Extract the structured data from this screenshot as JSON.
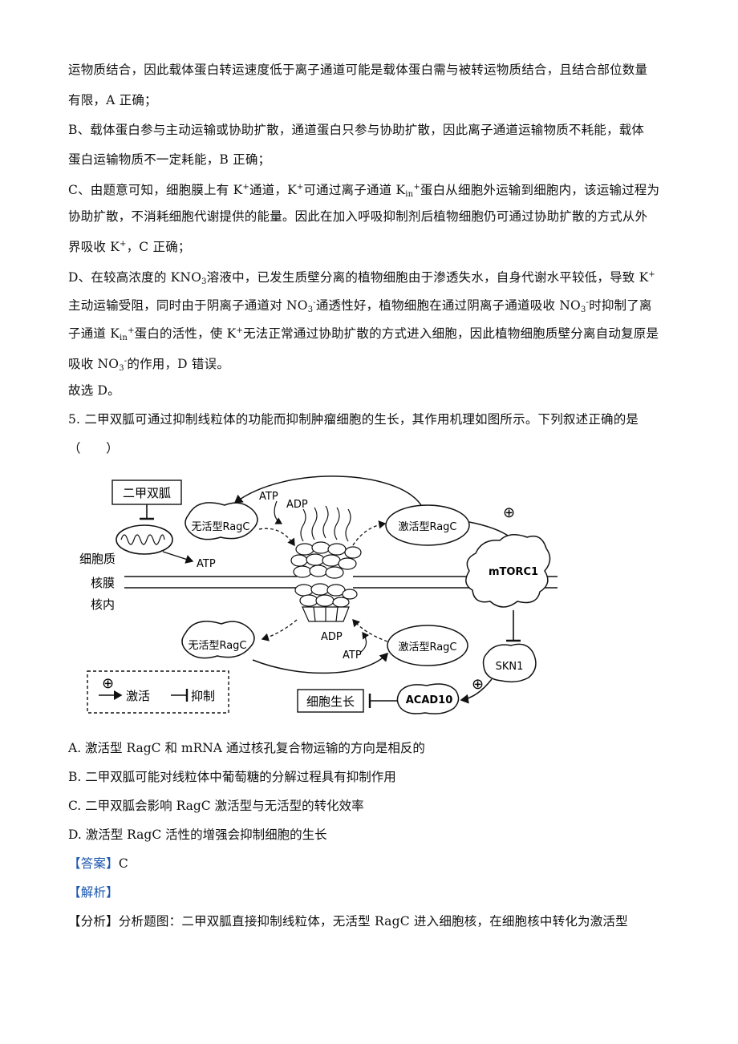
{
  "paragraphs": {
    "a1": "运物质结合，因此载体蛋白转运速度低于离子通道可能是载体蛋白需与被转运物质结合，且结合部位数量",
    "a2": "有限，A 正确；",
    "b1": "B、载体蛋白参与主动运输或协助扩散，通道蛋白只参与协助扩散，因此离子通道运输物质不耗能，载体",
    "b2": "蛋白运输物质不一定耗能，B 正确；",
    "c1_pre": "C、由题意可知，细胞膜上有 K",
    "c1_sup1": "+",
    "c1_mid": "通道，K",
    "c1_sup2": "+",
    "c1_mid2": "可通过离子通道 K",
    "c1_sub": "in",
    "c1_sup3": "+",
    "c1_post": "蛋白从细胞外运输到细胞内，该运输过程为",
    "c2": "协助扩散，不消耗细胞代谢提供的能量。因此在加入呼吸抑制剂后植物细胞仍可通过协助扩散的方式从外",
    "c3_pre": "界吸收 K",
    "c3_sup": "+",
    "c3_post": "，C 正确；",
    "d1_pre": "D、在较高浓度的 KNO",
    "d1_sub": "3",
    "d1_mid": "溶液中，已发生质壁分离的植物细胞由于渗透失水，自身代谢水平较低，导致 K",
    "d1_sup": "+",
    "d2_pre": "主动运输受阻，同时由于阴离子通道对 NO",
    "d2_sub": "3",
    "d2_sup": "-",
    "d2_mid": "通透性好，植物细胞在通过阴离子通道吸收 NO",
    "d2_sub2": "3",
    "d2_sup2": "-",
    "d2_post": "时抑制了离",
    "d3_pre": "子通道 K",
    "d3_sub": "in",
    "d3_sup": "+",
    "d3_mid": "蛋白的活性，使 K",
    "d3_sup2": "+",
    "d3_post": "无法正常通过协助扩散的方式进入细胞，因此植物细胞质壁分离自动复原是",
    "d4_pre": "吸收 NO",
    "d4_sub": "3",
    "d4_sup": "-",
    "d4_post": "的作用，D 错误。",
    "choose": "故选 D。",
    "q5_1": "5. 二甲双胍可通过抑制线粒体的功能而抑制肿瘤细胞的生长，其作用机理如图所示。下列叙述正确的是",
    "q5_2": "（　　）"
  },
  "diagram": {
    "metformin": "二甲双胍",
    "cytoplasm": "细胞质",
    "nuclear_membrane": "核膜",
    "nucleus_inner": "核内",
    "inactive_ragc_top": "无活型RagC",
    "active_ragc_top": "激活型RagC",
    "inactive_ragc_bottom": "无活型RagC",
    "active_ragc_bottom": "激活型RagC",
    "atp_top": "ATP",
    "adp_top": "ADP",
    "adp_bottom": "ADP",
    "atp_bottom": "ATP",
    "atp_mito": "ATP",
    "mtorc1": "mTORC1",
    "skn1": "SKN1",
    "acad10": "ACAD10",
    "cell_growth": "细胞生长",
    "legend_activate": "激活",
    "legend_inhibit": "抑制",
    "plus": "⊕"
  },
  "options": {
    "a": "A.  激活型 RagC 和 mRNA 通过核孔复合物运输的方向是相反的",
    "b": "B.  二甲双胍可能对线粒体中葡萄糖的分解过程具有抑制作用",
    "c": "C.  二甲双胍会影响 RagC 激活型与无活型的转化效率",
    "d": "D.  激活型 RagC 活性的增强会抑制细胞的生长"
  },
  "answer": {
    "label": "【答案】",
    "value": "C"
  },
  "analysis": {
    "label": "【解析】",
    "fenxi_label": "【分析】",
    "fenxi_text": "分析题图：二甲双胍直接抑制线粒体，无活型 RagC 进入细胞核，在细胞核中转化为激活型"
  }
}
